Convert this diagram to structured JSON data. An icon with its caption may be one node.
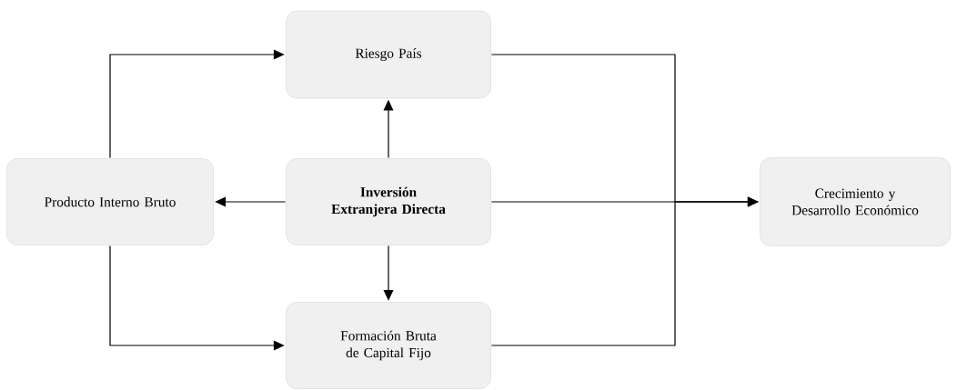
{
  "diagram": {
    "nodes": [
      {
        "text": [
          "Riesgo País"
        ]
      },
      {
        "text": [
          "Producto Interno Bruto"
        ]
      },
      {
        "text": [
          "Inversión Extranjera Directa"
        ]
      },
      {
        "text": [
          "Crecimiento y Desarrollo Económico"
        ]
      },
      {
        "text": [
          "Formación Bruta de Capital Fijo"
        ]
      }
    ],
    "edges": [
      {
        "from": 1,
        "to": 0,
        "arrow": "to"
      },
      {
        "from": 2,
        "to": 0,
        "arrow": "to"
      },
      {
        "from": 2,
        "to": 1,
        "arrow": "to"
      },
      {
        "from": 2,
        "to": 3,
        "arrow": "to"
      },
      {
        "from": 2,
        "to": 4,
        "arrow": "to"
      },
      {
        "from": 1,
        "to": 4,
        "arrow": "to"
      },
      {
        "from": 0,
        "to": 3,
        "arrow": "to"
      },
      {
        "from": 4,
        "to": 3,
        "arrow": "to"
      }
    ]
  }
}
